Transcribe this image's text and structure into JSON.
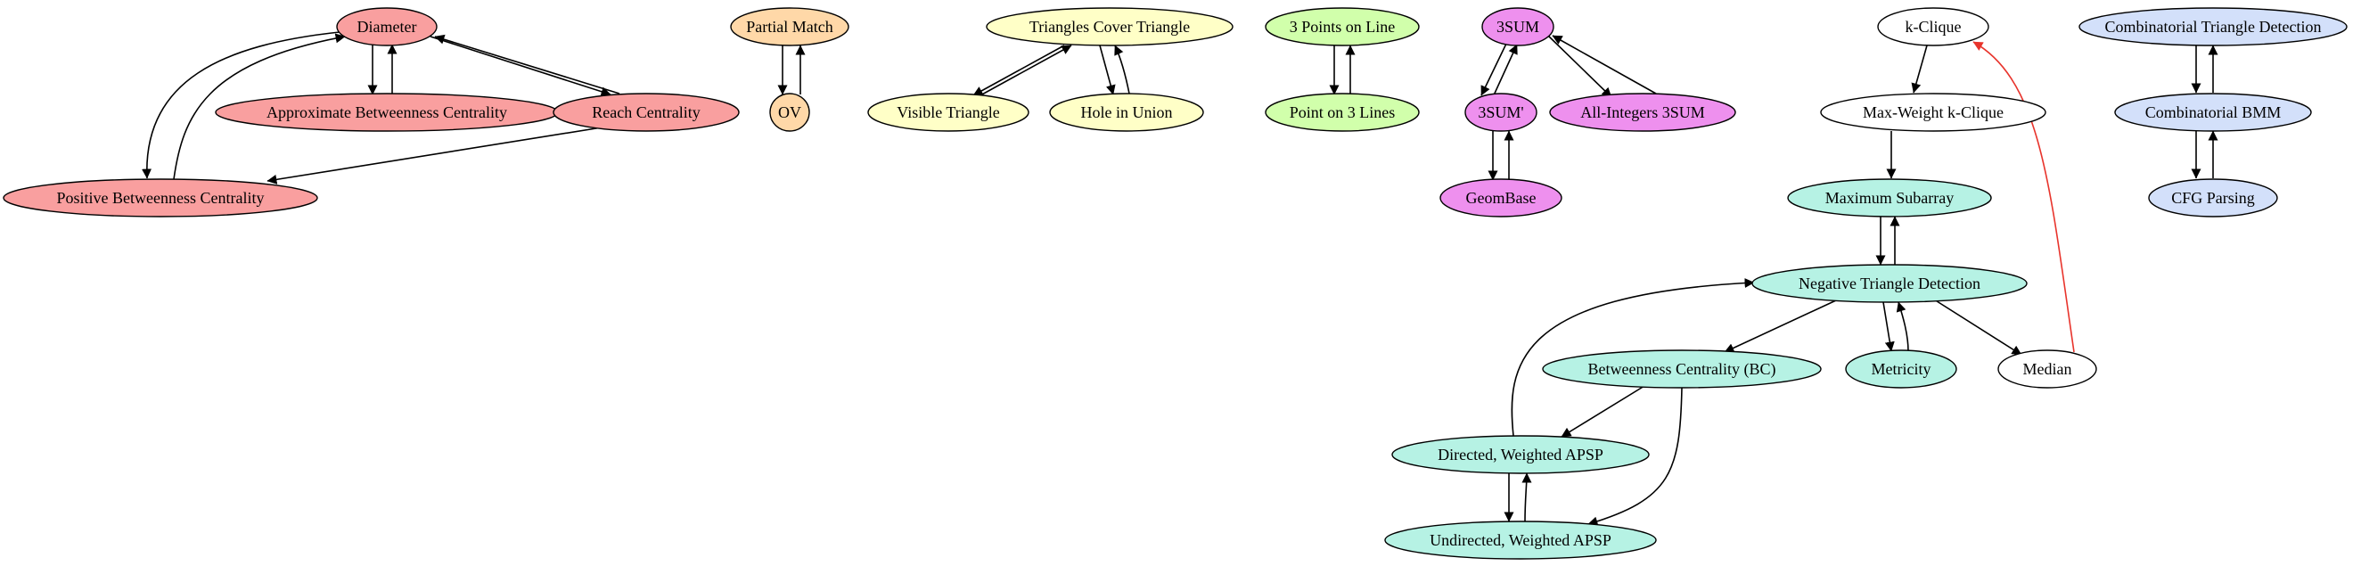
{
  "colors": {
    "red": "#f99f9f",
    "orange": "#ffd8a8",
    "yellow": "#ffffc7",
    "green": "#d1ffab",
    "purple": "#ee90ee",
    "teal": "#b6f2e4",
    "white": "#ffffff",
    "blue": "#d3e0fa",
    "edge": "#000000",
    "edge_red": "#e8342c"
  },
  "nodes": [
    {
      "id": "diameter",
      "label": "Diameter",
      "color": "red"
    },
    {
      "id": "approx_bc",
      "label": "Approximate Betweenness Centrality",
      "color": "red"
    },
    {
      "id": "reach",
      "label": "Reach Centrality",
      "color": "red"
    },
    {
      "id": "pos_bc",
      "label": "Positive Betweenness Centrality",
      "color": "red"
    },
    {
      "id": "partial",
      "label": "Partial Match",
      "color": "orange"
    },
    {
      "id": "ov",
      "label": "OV",
      "color": "orange"
    },
    {
      "id": "tri_cover",
      "label": "Triangles Cover Triangle",
      "color": "yellow"
    },
    {
      "id": "visible",
      "label": "Visible Triangle",
      "color": "yellow"
    },
    {
      "id": "hole",
      "label": "Hole in Union",
      "color": "yellow"
    },
    {
      "id": "pts3",
      "label": "3 Points on Line",
      "color": "green"
    },
    {
      "id": "lines3",
      "label": "Point on 3 Lines",
      "color": "green"
    },
    {
      "id": "sum3",
      "label": "3SUM",
      "color": "purple"
    },
    {
      "id": "sum3p",
      "label": "3SUM'",
      "color": "purple"
    },
    {
      "id": "allint",
      "label": "All-Integers 3SUM",
      "color": "purple"
    },
    {
      "id": "geombase",
      "label": "GeomBase",
      "color": "purple"
    },
    {
      "id": "kclique",
      "label": "k-Clique",
      "color": "white"
    },
    {
      "id": "mwkclique",
      "label": "Max-Weight k-Clique",
      "color": "white"
    },
    {
      "id": "maxsub",
      "label": "Maximum Subarray",
      "color": "teal"
    },
    {
      "id": "negtri",
      "label": "Negative Triangle Detection",
      "color": "teal"
    },
    {
      "id": "bc",
      "label": "Betweenness Centrality (BC)",
      "color": "teal"
    },
    {
      "id": "metricity",
      "label": "Metricity",
      "color": "teal"
    },
    {
      "id": "median",
      "label": "Median",
      "color": "white"
    },
    {
      "id": "dwapsp",
      "label": "Directed, Weighted APSP",
      "color": "teal"
    },
    {
      "id": "uwapsp",
      "label": "Undirected, Weighted APSP",
      "color": "teal"
    },
    {
      "id": "combtri",
      "label": "Combinatorial Triangle Detection",
      "color": "blue"
    },
    {
      "id": "combbmm",
      "label": "Combinatorial BMM",
      "color": "blue"
    },
    {
      "id": "cfg",
      "label": "CFG Parsing",
      "color": "blue"
    }
  ],
  "edges": [
    {
      "id": "diameter_to_approx_bc",
      "from": "diameter",
      "to": "approx_bc"
    },
    {
      "id": "approx_bc_to_diameter",
      "from": "approx_bc",
      "to": "diameter"
    },
    {
      "id": "diameter_to_reach",
      "from": "diameter",
      "to": "reach"
    },
    {
      "id": "reach_to_diameter",
      "from": "reach",
      "to": "diameter"
    },
    {
      "id": "diameter_to_pos_bc",
      "from": "diameter",
      "to": "pos_bc"
    },
    {
      "id": "pos_bc_to_diameter",
      "from": "pos_bc",
      "to": "diameter"
    },
    {
      "id": "reach_to_pos_bc",
      "from": "reach",
      "to": "pos_bc"
    },
    {
      "id": "partial_to_ov",
      "from": "partial",
      "to": "ov"
    },
    {
      "id": "ov_to_partial",
      "from": "ov",
      "to": "partial"
    },
    {
      "id": "tri_cover_to_visible",
      "from": "tri_cover",
      "to": "visible"
    },
    {
      "id": "visible_to_tri_cover",
      "from": "visible",
      "to": "tri_cover"
    },
    {
      "id": "tri_cover_to_hole",
      "from": "tri_cover",
      "to": "hole"
    },
    {
      "id": "hole_to_tri_cover",
      "from": "hole",
      "to": "tri_cover"
    },
    {
      "id": "pts3_to_lines3",
      "from": "pts3",
      "to": "lines3"
    },
    {
      "id": "lines3_to_pts3",
      "from": "lines3",
      "to": "pts3"
    },
    {
      "id": "sum3_to_sum3p",
      "from": "sum3",
      "to": "sum3p"
    },
    {
      "id": "sum3p_to_sum3",
      "from": "sum3p",
      "to": "sum3"
    },
    {
      "id": "sum3_to_allint",
      "from": "sum3",
      "to": "allint"
    },
    {
      "id": "allint_to_sum3",
      "from": "allint",
      "to": "sum3"
    },
    {
      "id": "sum3p_to_geombase",
      "from": "sum3p",
      "to": "geombase"
    },
    {
      "id": "geombase_to_sum3p",
      "from": "geombase",
      "to": "sum3p"
    },
    {
      "id": "kclique_to_mwkclique",
      "from": "kclique",
      "to": "mwkclique"
    },
    {
      "id": "mwkclique_to_maxsub",
      "from": "mwkclique",
      "to": "maxsub"
    },
    {
      "id": "maxsub_to_negtri",
      "from": "maxsub",
      "to": "negtri"
    },
    {
      "id": "negtri_to_maxsub",
      "from": "negtri",
      "to": "maxsub"
    },
    {
      "id": "negtri_to_bc",
      "from": "negtri",
      "to": "bc"
    },
    {
      "id": "negtri_to_metricity",
      "from": "negtri",
      "to": "metricity"
    },
    {
      "id": "metricity_to_negtri",
      "from": "metricity",
      "to": "negtri"
    },
    {
      "id": "negtri_to_median",
      "from": "negtri",
      "to": "median"
    },
    {
      "id": "median_to_kclique",
      "from": "median",
      "to": "kclique",
      "color": "edge_red"
    },
    {
      "id": "bc_to_dwapsp",
      "from": "bc",
      "to": "dwapsp"
    },
    {
      "id": "bc_to_uwapsp",
      "from": "bc",
      "to": "uwapsp"
    },
    {
      "id": "dwapsp_to_negtri",
      "from": "dwapsp",
      "to": "negtri"
    },
    {
      "id": "dwapsp_to_uwapsp",
      "from": "dwapsp",
      "to": "uwapsp"
    },
    {
      "id": "uwapsp_to_dwapsp",
      "from": "uwapsp",
      "to": "dwapsp"
    },
    {
      "id": "combtri_to_combbmm",
      "from": "combtri",
      "to": "combbmm"
    },
    {
      "id": "combbmm_to_combtri",
      "from": "combbmm",
      "to": "combtri"
    },
    {
      "id": "combbmm_to_cfg",
      "from": "combbmm",
      "to": "cfg"
    },
    {
      "id": "cfg_to_combbmm",
      "from": "cfg",
      "to": "combbmm"
    }
  ]
}
